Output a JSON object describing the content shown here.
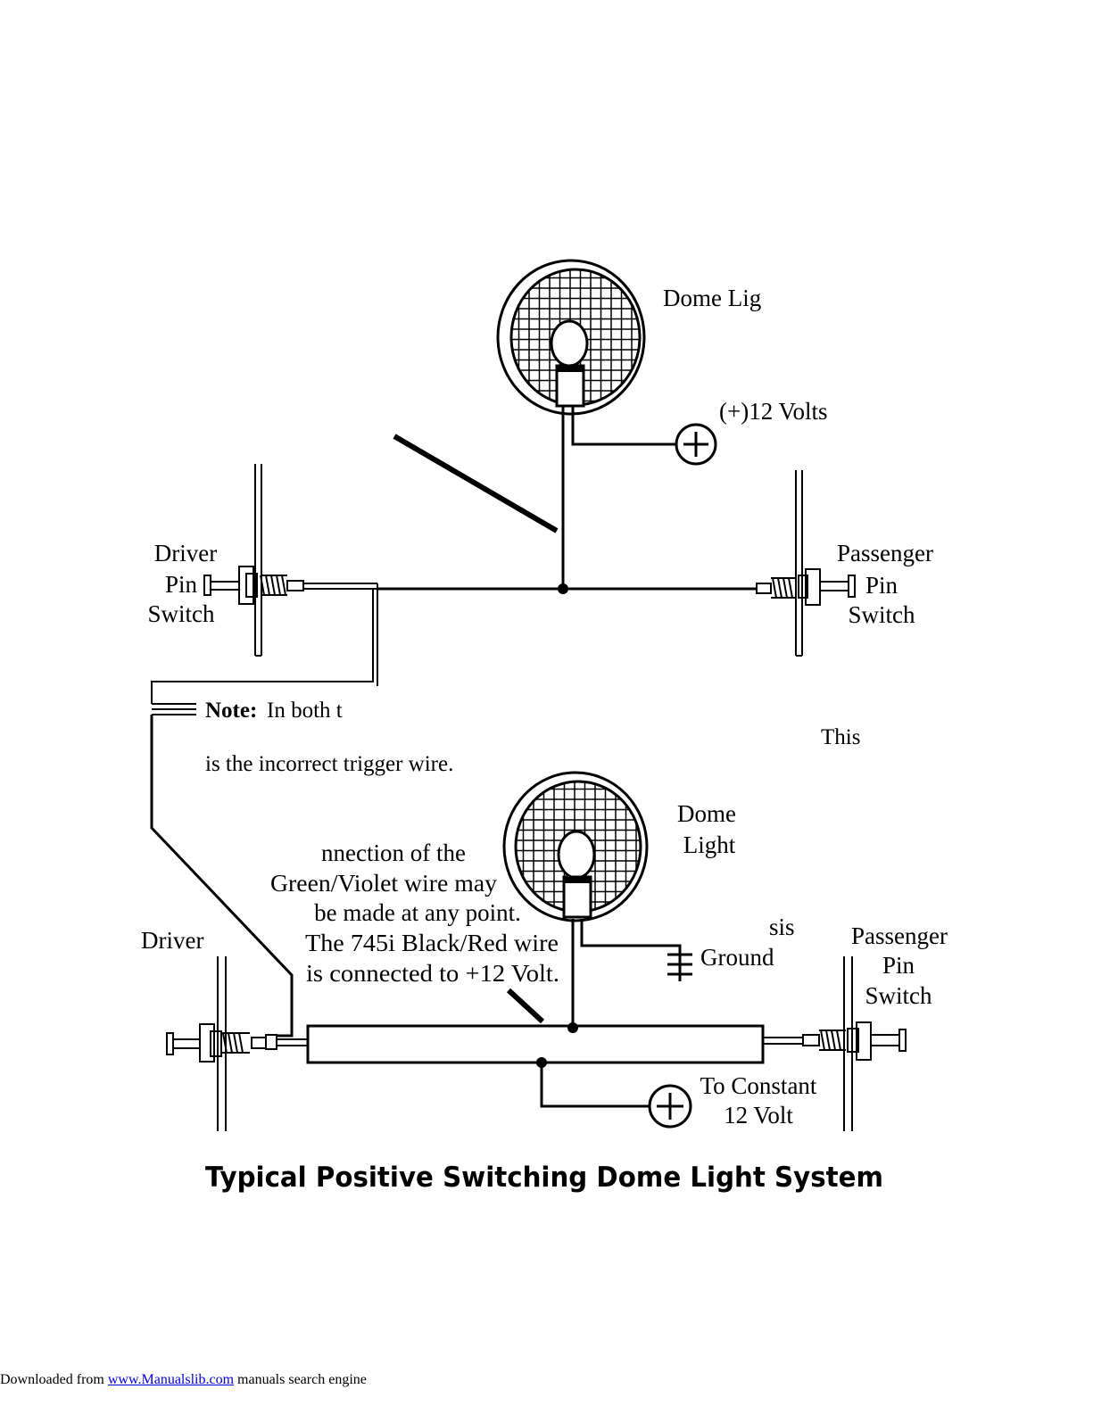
{
  "top_diagram": {
    "dome_light_label": "Dome Lig",
    "plus12_label": "(+)12 Volts",
    "driver_label": [
      "Driver",
      "Pin",
      "Switch"
    ],
    "passenger_label": [
      "Passenger",
      "Pin",
      "Switch"
    ]
  },
  "note": {
    "bold": "Note:",
    "line1": "In both t",
    "line1_right": "This",
    "line2": "is the incorrect trigger wire."
  },
  "bottom_diagram": {
    "dome_light_label": [
      "Dome",
      "Light"
    ],
    "connection_note": [
      "nnection of the",
      "Green/Violet wire may",
      "be made at any point.",
      "The 745i Black/Red wire",
      "is connected to +12 Volt."
    ],
    "chassis_ground_label": [
      "sis",
      "Ground"
    ],
    "driver_label": "Driver",
    "passenger_label": [
      "Passenger",
      "Pin",
      "Switch"
    ],
    "constant_label": [
      "To Constant",
      "12 Volt"
    ]
  },
  "title": "Typical Positive Switching Dome Light System",
  "footer": {
    "prefix": "Downloaded from",
    "link": "www.Manualslib.com",
    "suffix": "manuals search engine"
  }
}
